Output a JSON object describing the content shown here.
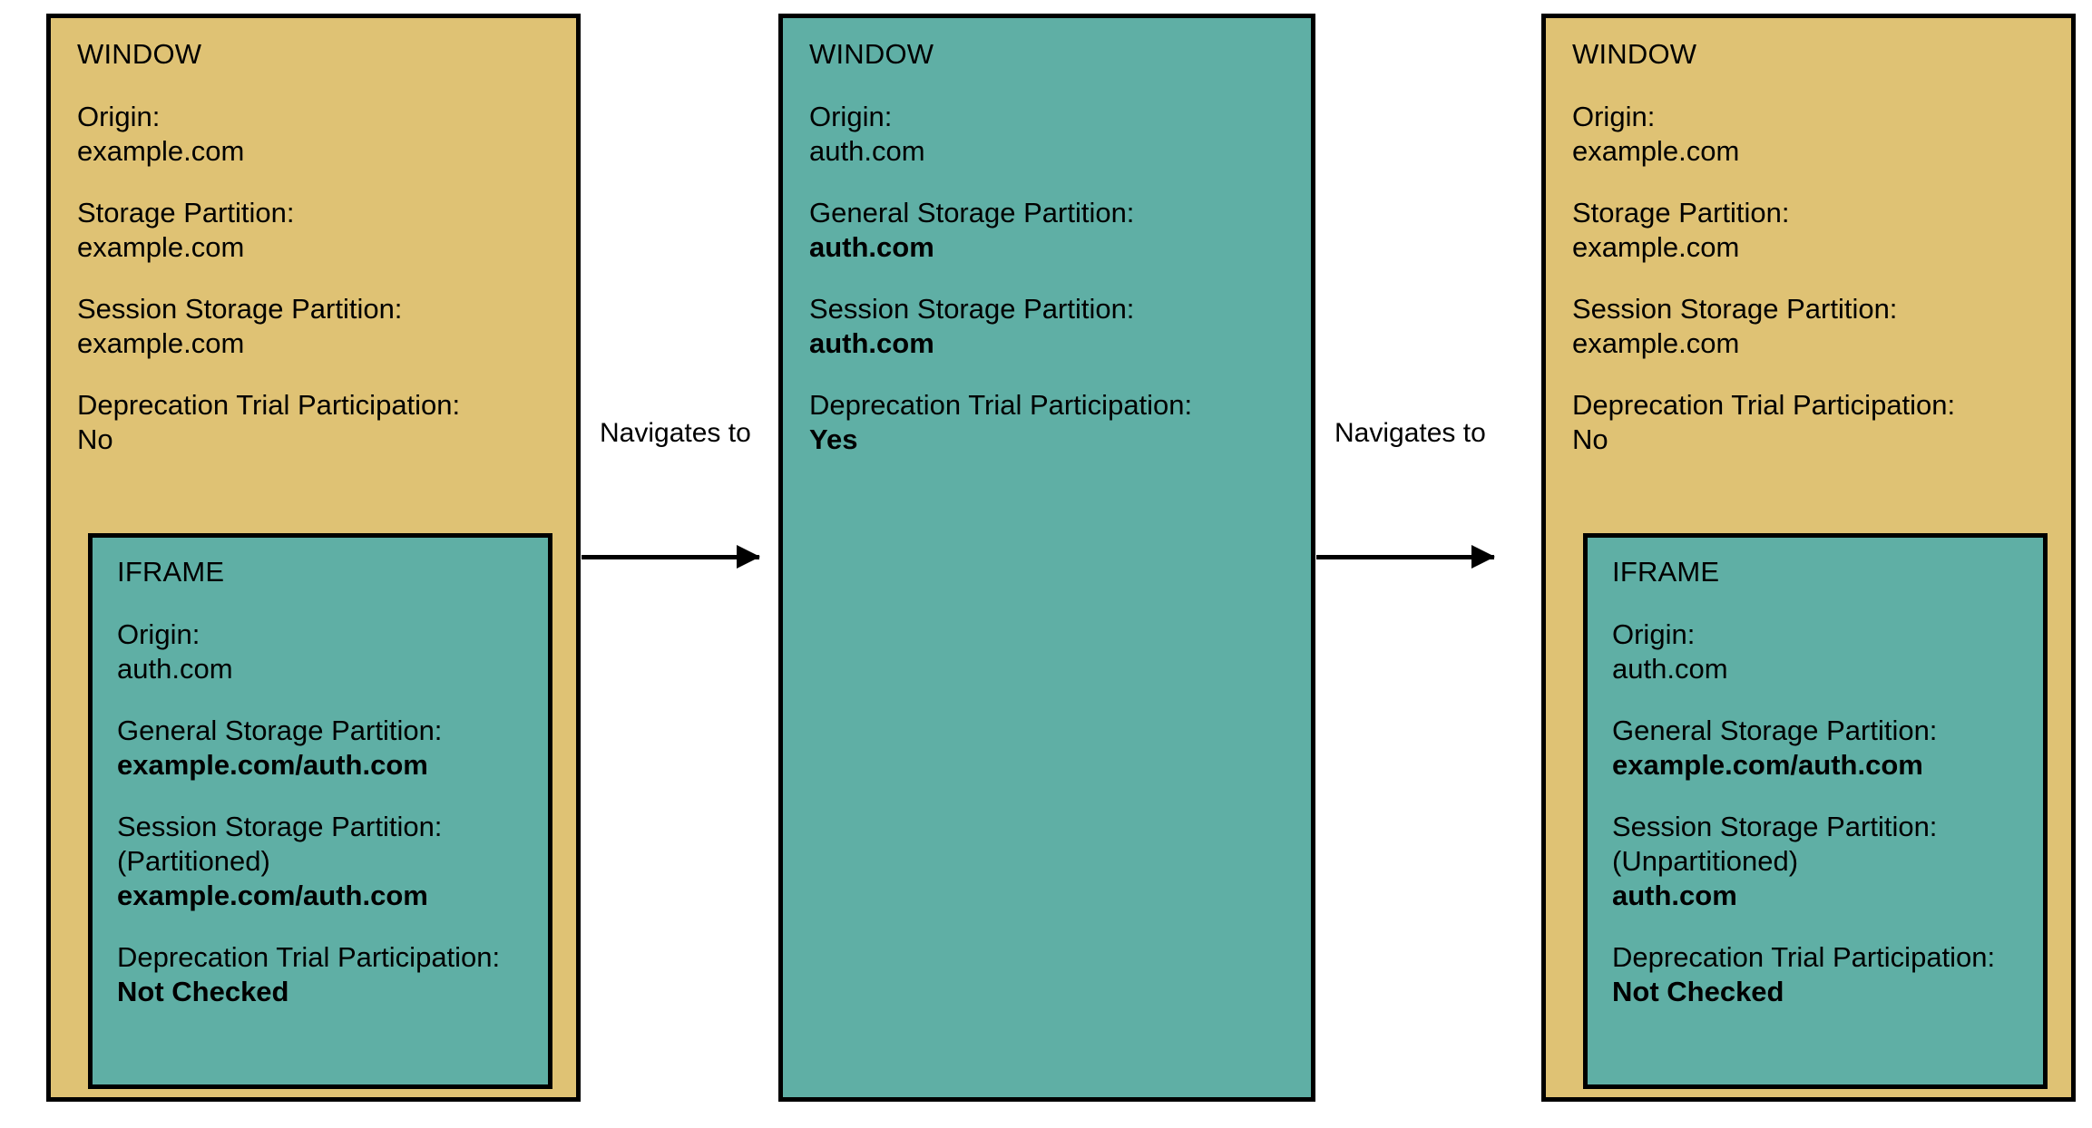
{
  "diagram": {
    "colors": {
      "window_tan": "#dfc274",
      "iframe_teal": "#5fafa5",
      "border": "#000000",
      "text": "#000000"
    },
    "panels": [
      {
        "id": "panel-1",
        "kind": "window",
        "fill": "tan",
        "heading": "WINDOW",
        "fields": [
          {
            "label": "Origin:",
            "value": "example.com",
            "bold": false
          },
          {
            "label": "Storage Partition:",
            "value": "example.com",
            "bold": false
          },
          {
            "label": "Session Storage Partition:",
            "value": "example.com",
            "bold": false
          },
          {
            "label": "Deprecation Trial Participation:",
            "value": "No",
            "bold": false
          }
        ],
        "iframe": {
          "heading": "IFRAME",
          "fields": [
            {
              "label": "Origin:",
              "value": "auth.com",
              "bold": false
            },
            {
              "label": "General Storage Partition:",
              "value": "example.com/auth.com",
              "bold": true
            },
            {
              "label": "Session Storage Partition:",
              "sublabel": "(Partitioned)",
              "value": "example.com/auth.com",
              "bold": true
            },
            {
              "label": "Deprecation Trial Participation:",
              "value": "Not Checked",
              "bold": true
            }
          ]
        }
      },
      {
        "id": "panel-2",
        "kind": "window",
        "fill": "teal",
        "heading": "WINDOW",
        "fields": [
          {
            "label": "Origin:",
            "value": "auth.com",
            "bold": false
          },
          {
            "label": "General Storage Partition:",
            "value": "auth.com",
            "bold": true
          },
          {
            "label": "Session Storage Partition:",
            "value": "auth.com",
            "bold": true
          },
          {
            "label": "Deprecation Trial Participation:",
            "value": "Yes",
            "bold": true
          }
        ],
        "iframe": null
      },
      {
        "id": "panel-3",
        "kind": "window",
        "fill": "tan",
        "heading": "WINDOW",
        "fields": [
          {
            "label": "Origin:",
            "value": "example.com",
            "bold": false
          },
          {
            "label": "Storage Partition:",
            "value": "example.com",
            "bold": false
          },
          {
            "label": "Session Storage Partition:",
            "value": "example.com",
            "bold": false
          },
          {
            "label": "Deprecation Trial Participation:",
            "value": "No",
            "bold": false
          }
        ],
        "iframe": {
          "heading": "IFRAME",
          "fields": [
            {
              "label": "Origin:",
              "value": "auth.com",
              "bold": false
            },
            {
              "label": "General Storage Partition:",
              "value": "example.com/auth.com",
              "bold": true
            },
            {
              "label": "Session Storage Partition:",
              "sublabel": "(Unpartitioned)",
              "value": "auth.com",
              "bold": true
            },
            {
              "label": "Deprecation Trial Participation:",
              "value": "Not Checked",
              "bold": true
            }
          ]
        }
      }
    ],
    "arrows": [
      {
        "id": "arrow-1",
        "label": "Navigates to",
        "from": "panel-1",
        "to": "panel-2"
      },
      {
        "id": "arrow-2",
        "label": "Navigates to",
        "from": "panel-2",
        "to": "panel-3"
      }
    ]
  }
}
